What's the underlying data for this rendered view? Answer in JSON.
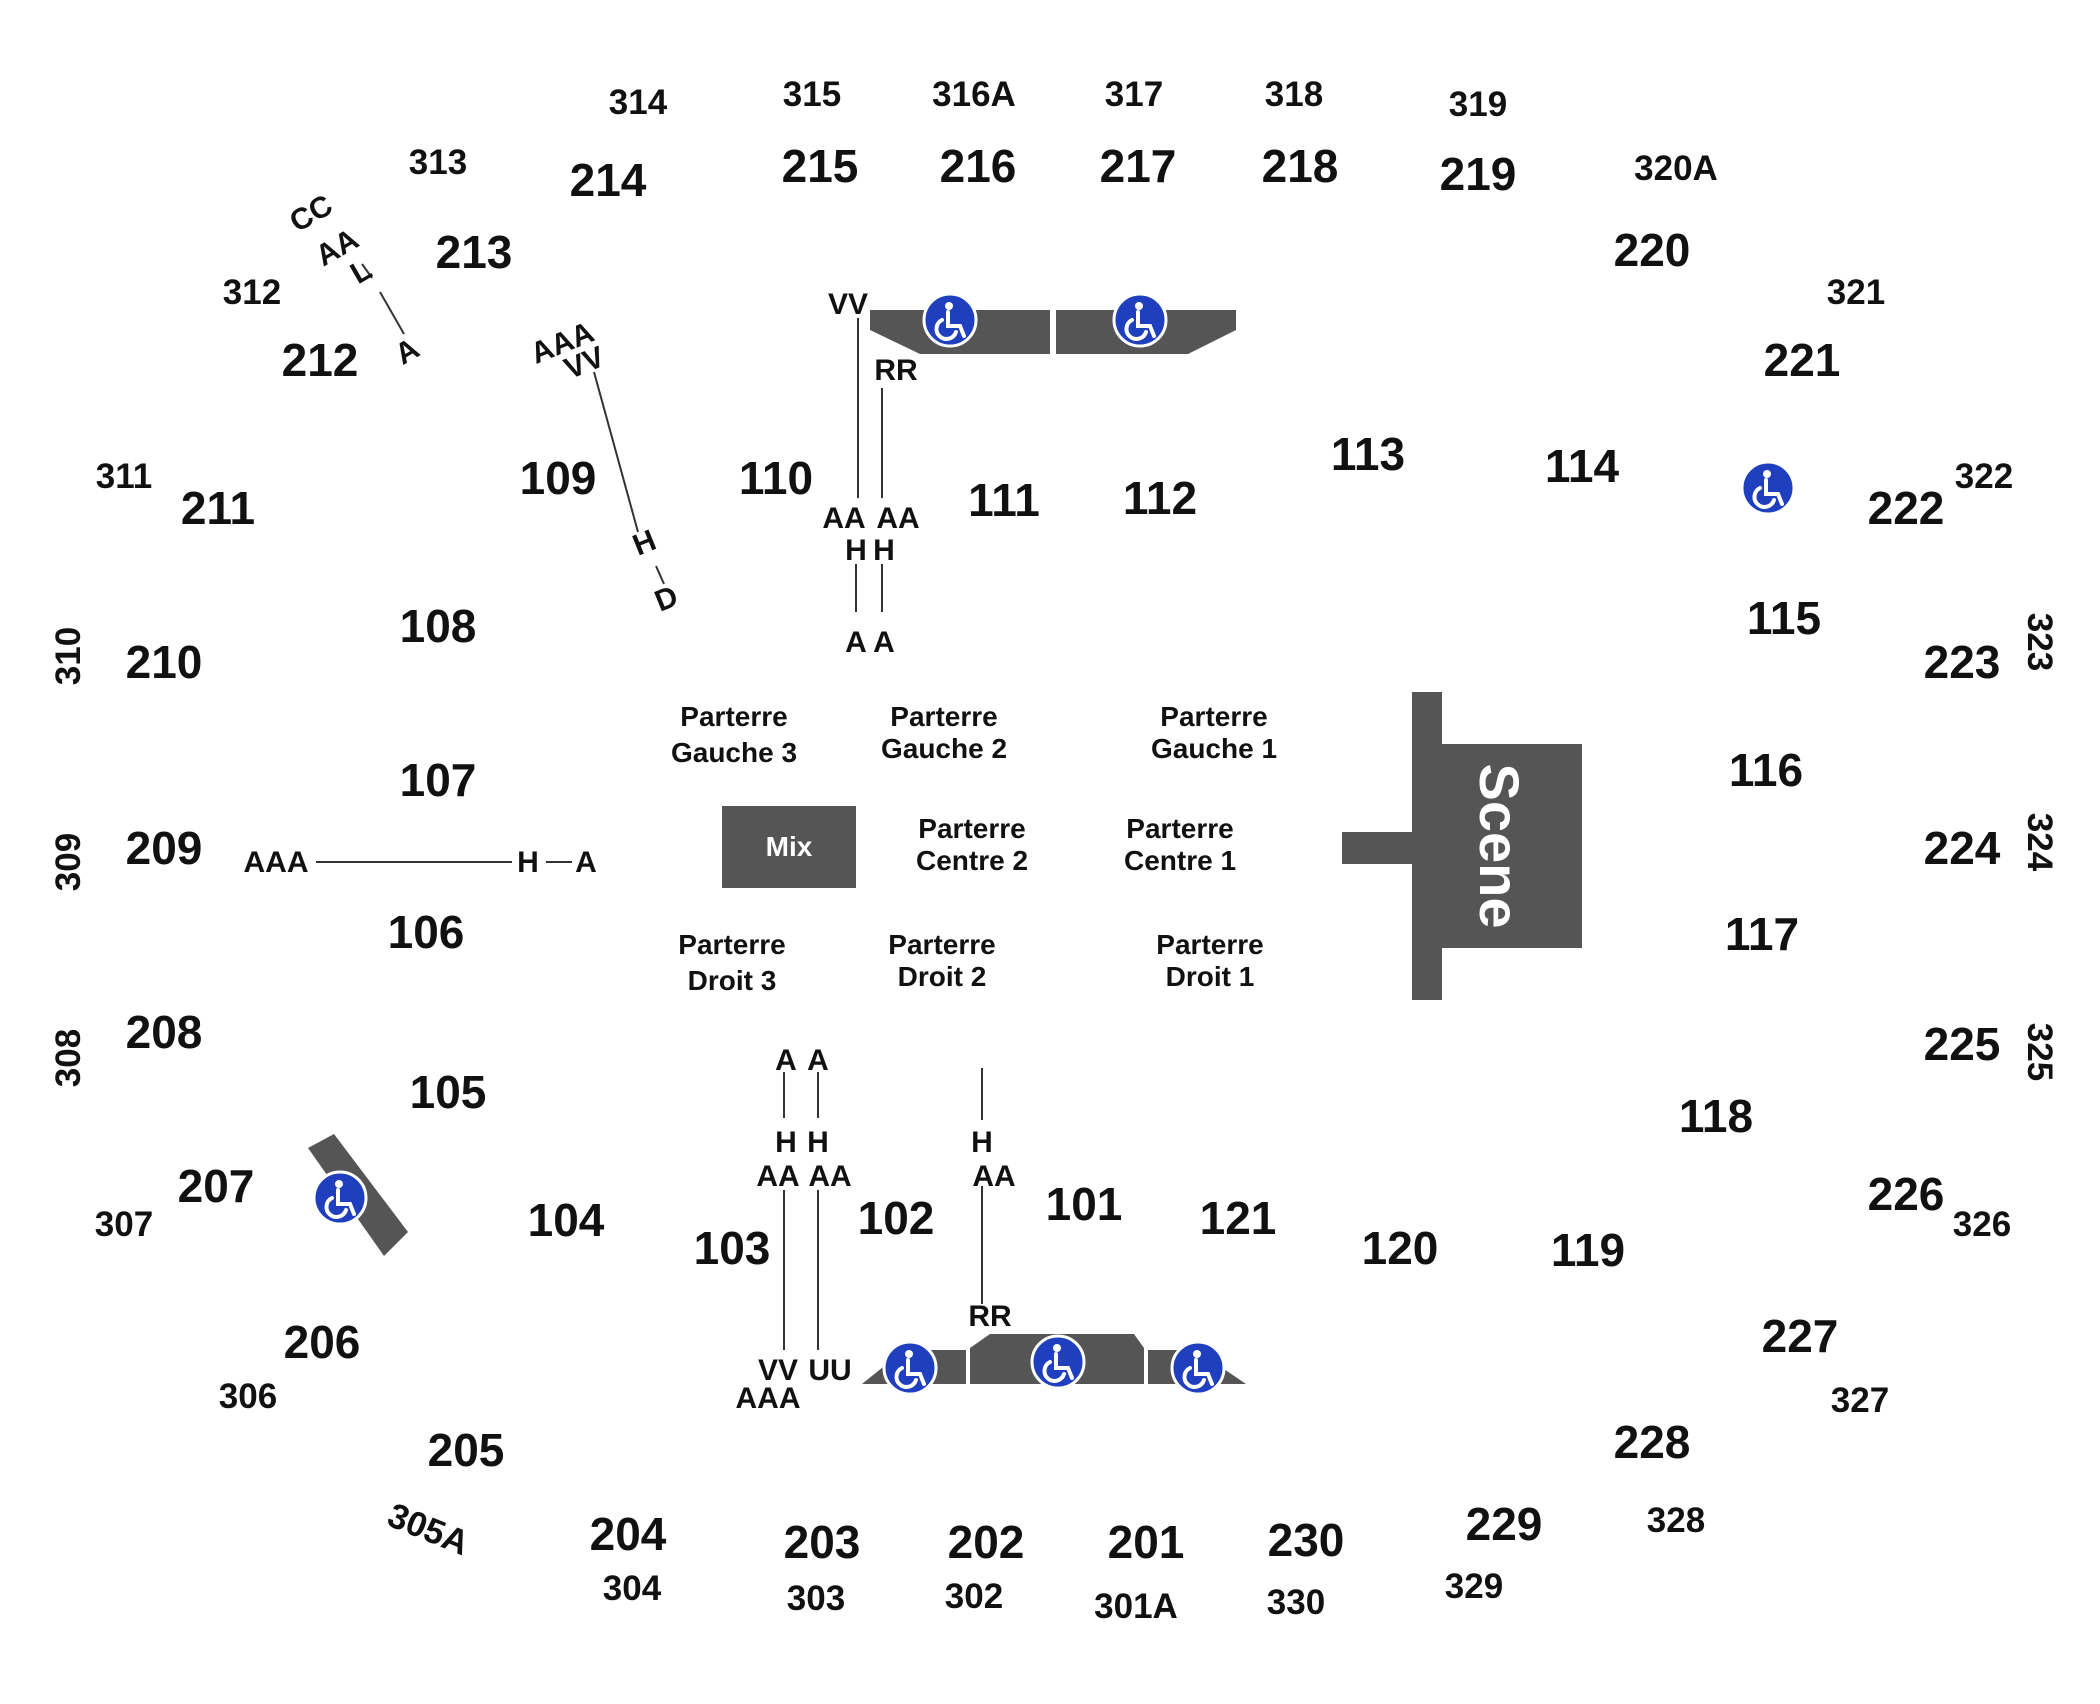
{
  "colors": {
    "stage": "#555555",
    "accessible": "#1f3fbf",
    "text": "#111111"
  },
  "stage": {
    "label": "Scene"
  },
  "mix": {
    "label": "Mix"
  },
  "floor": {
    "g3": [
      "Parterre",
      "Gauche 3"
    ],
    "g2": [
      "Parterre",
      "Gauche 2"
    ],
    "g1": [
      "Parterre",
      "Gauche 1"
    ],
    "c2": [
      "Parterre",
      "Centre 2"
    ],
    "c1": [
      "Parterre",
      "Centre 1"
    ],
    "d3": [
      "Parterre",
      "Droit 3"
    ],
    "d2": [
      "Parterre",
      "Droit 2"
    ],
    "d1": [
      "Parterre",
      "Droit 1"
    ]
  },
  "sections_100": {
    "101": "101",
    "102": "102",
    "103": "103",
    "104": "104",
    "105": "105",
    "106": "106",
    "107": "107",
    "108": "108",
    "109": "109",
    "110": "110",
    "111": "111",
    "112": "112",
    "113": "113",
    "114": "114",
    "115": "115",
    "116": "116",
    "117": "117",
    "118": "118",
    "119": "119",
    "120": "120",
    "121": "121"
  },
  "sections_200": {
    "201": "201",
    "202": "202",
    "203": "203",
    "204": "204",
    "205": "205",
    "206": "206",
    "207": "207",
    "208": "208",
    "209": "209",
    "210": "210",
    "211": "211",
    "212": "212",
    "213": "213",
    "214": "214",
    "215": "215",
    "216": "216",
    "217": "217",
    "218": "218",
    "219": "219",
    "220": "220",
    "221": "221",
    "222": "222",
    "223": "223",
    "224": "224",
    "225": "225",
    "226": "226",
    "227": "227",
    "228": "228",
    "229": "229",
    "230": "230"
  },
  "sections_300": {
    "301A": "301A",
    "302": "302",
    "303": "303",
    "304": "304",
    "305A": "305A",
    "306": "306",
    "307": "307",
    "308": "308",
    "309": "309",
    "310": "310",
    "311": "311",
    "312": "312",
    "313": "313",
    "314": "314",
    "315": "315",
    "316A": "316A",
    "317": "317",
    "318": "318",
    "319": "319",
    "320A": "320A",
    "321": "321",
    "322": "322",
    "323": "323",
    "324": "324",
    "325": "325",
    "326": "326",
    "327": "327",
    "328": "328",
    "329": "329",
    "330": "330"
  },
  "rows": {
    "A": "A",
    "H": "H",
    "AA": "AA",
    "AAA": "AAA",
    "VV": "VV",
    "RR": "RR",
    "UU": "UU",
    "CC": "CC",
    "L": "L",
    "D": "D"
  },
  "icons": {
    "accessible": "wheelchair-icon"
  }
}
